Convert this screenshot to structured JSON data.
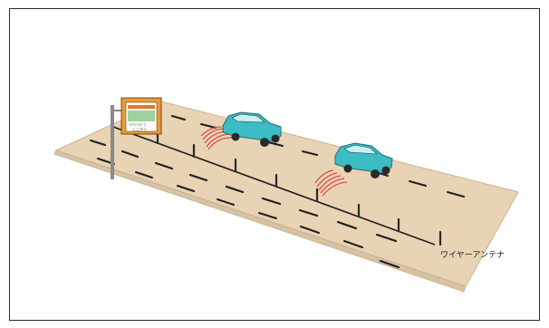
{
  "label": {
    "wire_antenna": "ワイヤーアンテナ"
  },
  "sign": {
    "line1": "ﾊｲｳｪｲﾗｼﾞｵ",
    "line2": "ここから"
  },
  "colors": {
    "road": "#e8d3b5",
    "road_edge": "#cbb394",
    "lane_mark": "#1e1e1e",
    "car_body": "#3cbcc4",
    "car_window": "#cfeff0",
    "radio_wave": "#e04545",
    "sign_board": "#e89a3a",
    "sign_panel": "#ffffff",
    "sign_inner": "#9fd0a0",
    "pole": "#8a8a8a",
    "wire": "#1e1e1e"
  }
}
